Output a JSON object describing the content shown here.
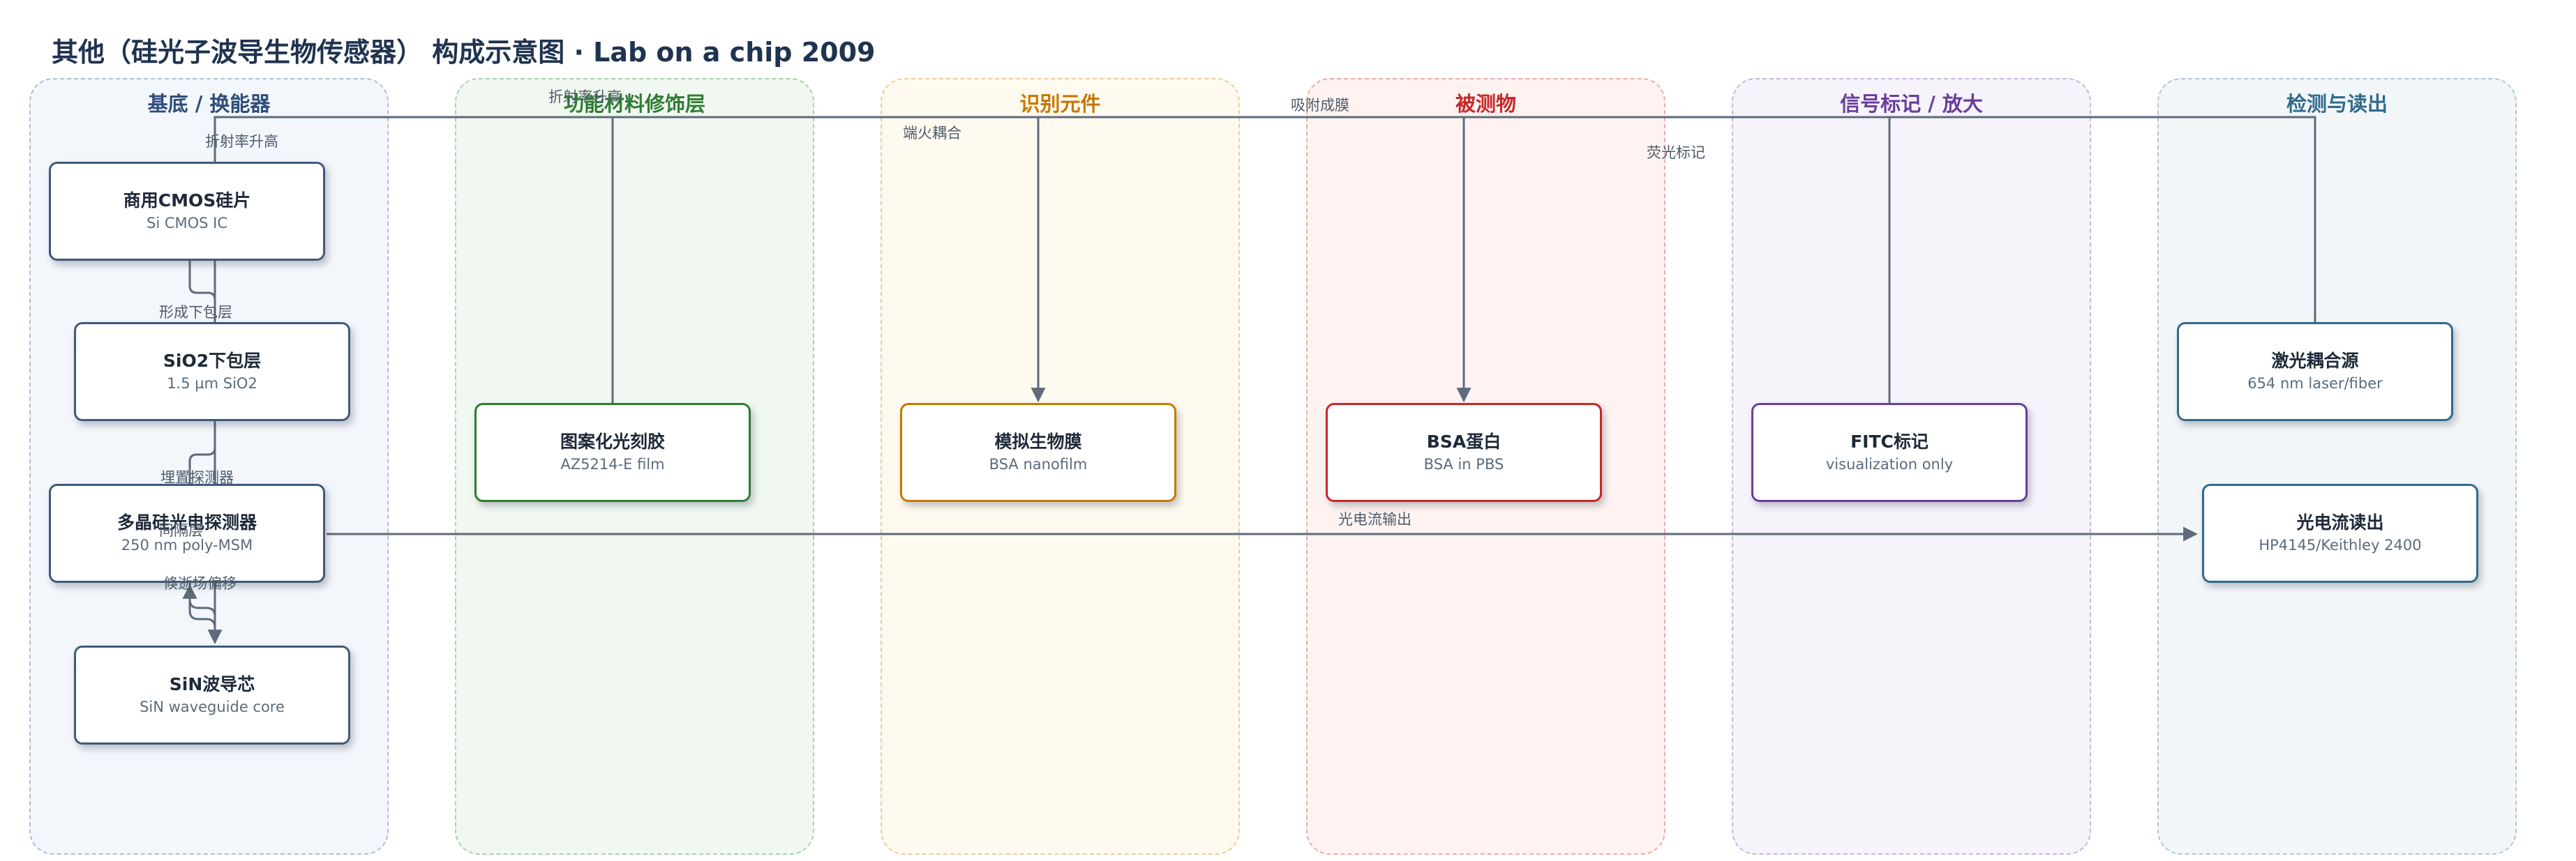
{
  "title": "其他（硅光子波导生物传感器） 构成示意图 · Lab on a chip 2009",
  "lanes": [
    {
      "label": "基底 / 换能器",
      "color": "#2e4d7a",
      "fill": "#f3f6fb",
      "border": "#aebfd6"
    },
    {
      "label": "功能材料修饰层",
      "color": "#2e7d32",
      "fill": "#f1f8f1",
      "border": "#a9d2ac"
    },
    {
      "label": "识别元件",
      "color": "#c77800",
      "fill": "#fffaf0",
      "border": "#efcd92"
    },
    {
      "label": "被测物",
      "color": "#c62828",
      "fill": "#fff3f2",
      "border": "#eeaaa7"
    },
    {
      "label": "信号标记 / 放大",
      "color": "#6a3d9a",
      "fill": "#f6f3fb",
      "border": "#c8b6e0"
    },
    {
      "label": "检测与读出",
      "color": "#2f6b8a",
      "fill": "#f2f6f8",
      "border": "#b1c8d4"
    }
  ],
  "nodes": {
    "cmos": {
      "title": "商用CMOS硅片",
      "sub": "Si CMOS IC",
      "border": "#3f5a7a"
    },
    "sio2": {
      "title": "SiO2下包层",
      "sub": "1.5 µm SiO2",
      "border": "#3f5a7a"
    },
    "poly": {
      "title": "多晶硅光电探测器",
      "sub": "250 nm poly-MSM",
      "border": "#3f5a7a"
    },
    "sin": {
      "title": "SiN波导芯",
      "sub": "SiN waveguide core",
      "border": "#3f5a7a"
    },
    "resist": {
      "title": "图案化光刻胶",
      "sub": "AZ5214-E film",
      "border": "#2e7d32"
    },
    "bsafilm": {
      "title": "模拟生物膜",
      "sub": "BSA nanofilm",
      "border": "#c77800"
    },
    "bsa": {
      "title": "BSA蛋白",
      "sub": "BSA in PBS",
      "border": "#c62828"
    },
    "fitc": {
      "title": "FITC标记",
      "sub": "visualization only",
      "border": "#6a3d9a"
    },
    "laser": {
      "title": "激光耦合源",
      "sub": "654 nm laser/fiber",
      "border": "#2f6b8a"
    },
    "readout": {
      "title": "光电流读出",
      "sub": "HP4145/Keithley 2400",
      "border": "#2f6b8a"
    }
  },
  "edge_labels": {
    "e_ri1": "折射率升高",
    "e_ri2": "折射率升高",
    "e_fire": "端火耦合",
    "e_adsorb": "吸附成膜",
    "e_fluor": "荧光标记",
    "e_form": "形成下包层",
    "e_embed": "埋置探测器",
    "e_spacer": "间隔层",
    "e_evan": "倏逝场偏移",
    "e_photo": "光电流输出"
  },
  "edge_color": "#5d6b7b"
}
